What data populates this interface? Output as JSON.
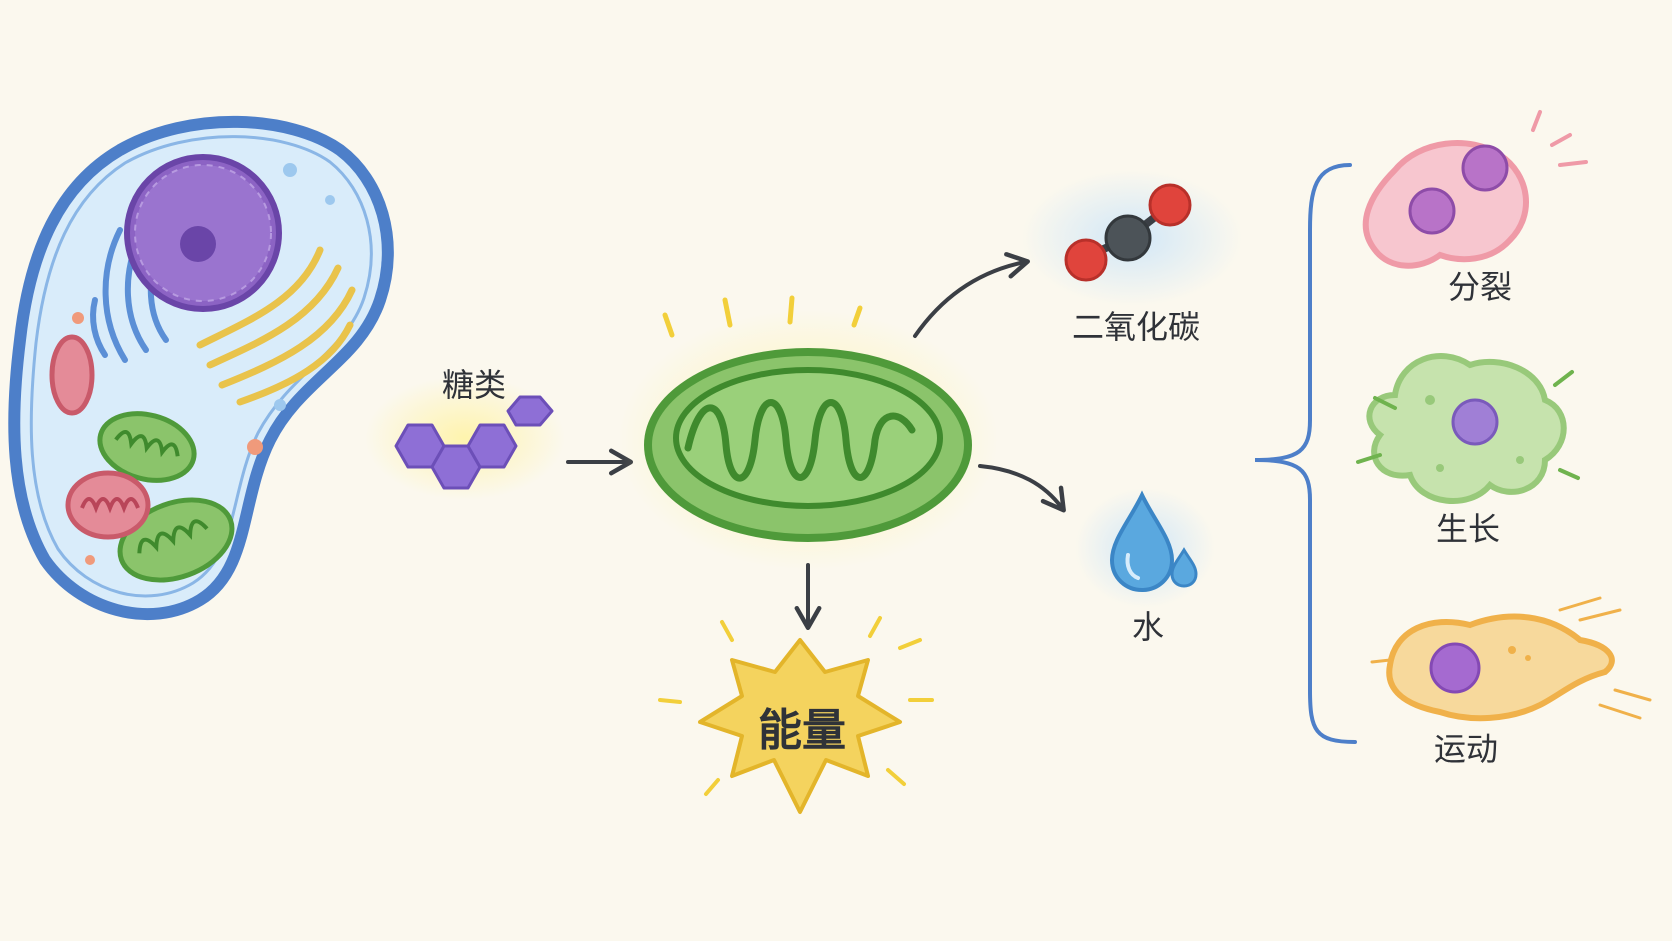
{
  "labels": {
    "sugar": "糖类",
    "energy": "能量",
    "co2": "二氧化碳",
    "water": "水",
    "division": "分裂",
    "growth": "生长",
    "movement": "运动"
  },
  "colors": {
    "background": "#fbf8ee",
    "cell_membrane": "#4d7fc9",
    "cytoplasm": "#d9ecfa",
    "nucleus": "#8c63c4",
    "golgi": "#e9c34b",
    "mitochondrion": "#6fb34e",
    "sugar": "#8e6fd6",
    "energy_star": "#f4d35e",
    "oxygen_atom": "#e0443c",
    "carbon_atom": "#4c5358",
    "water": "#5aa8df",
    "arrow": "#3b3f45",
    "brace": "#4d7fc9",
    "division_cell": "#ef9aa7",
    "growth_cell": "#98c97a",
    "movement_cell": "#f0b14a"
  },
  "icons": [
    "animal-cell-icon",
    "glucose-icon",
    "mitochondrion-icon",
    "energy-burst-icon",
    "co2-molecule-icon",
    "water-drop-icon",
    "dividing-cell-icon",
    "growing-cell-icon",
    "moving-cell-icon"
  ]
}
